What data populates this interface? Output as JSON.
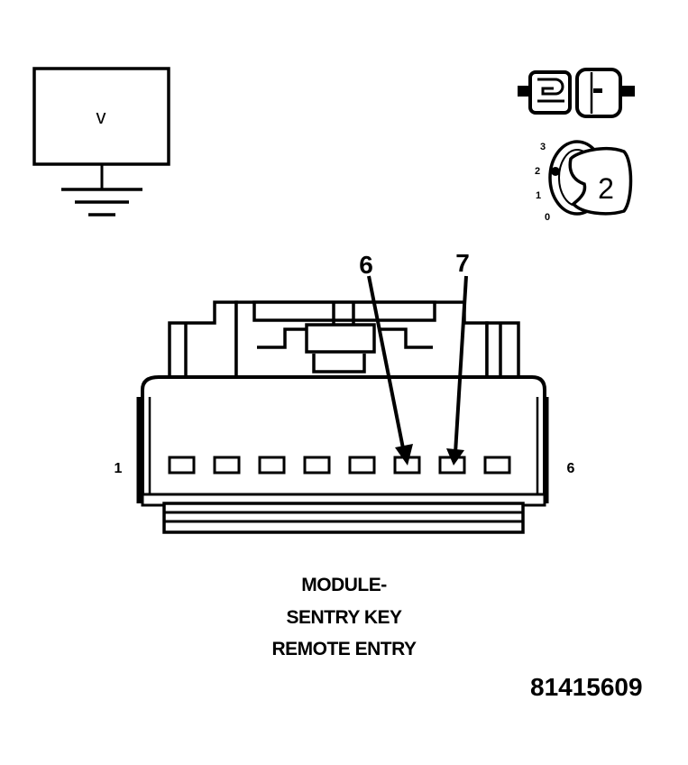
{
  "voltmeter": {
    "symbol": "V"
  },
  "ignition": {
    "positions": [
      "3",
      "2",
      "1",
      "0"
    ],
    "selected_position": "2"
  },
  "connector": {
    "pin_callouts": [
      "6",
      "7"
    ],
    "end_label_left": "1",
    "end_label_right": "6",
    "cavity_count": 8,
    "highlighted_cavities": [
      6,
      7
    ]
  },
  "caption": {
    "line1": "MODULE-",
    "line2": "SENTRY KEY",
    "line3": "REMOTE ENTRY"
  },
  "document_number": "81415609",
  "colors": {
    "ink": "#000000",
    "paper": "#ffffff"
  }
}
